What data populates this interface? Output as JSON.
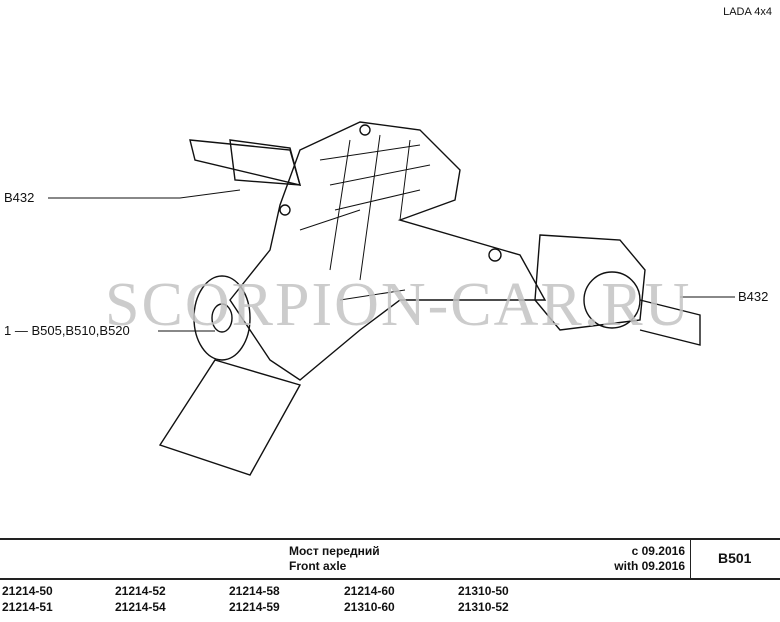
{
  "brand": "LADA 4x4",
  "watermark": "SCORPION-CAR.RU",
  "callouts": {
    "left_top": "B432",
    "left_bottom": "1 — B505,B510,B520",
    "right": "B432"
  },
  "header": {
    "title_ru": "Мост  передний",
    "title_en": "Front  axle",
    "date_ru": "с  09.2016",
    "date_en": "with  09.2016",
    "code": "B501"
  },
  "models": [
    [
      "21214-50",
      "21214-52",
      "21214-58",
      "21214-60",
      "21310-50"
    ],
    [
      "21214-51",
      "21214-54",
      "21214-59",
      "21310-60",
      "21310-52"
    ]
  ]
}
